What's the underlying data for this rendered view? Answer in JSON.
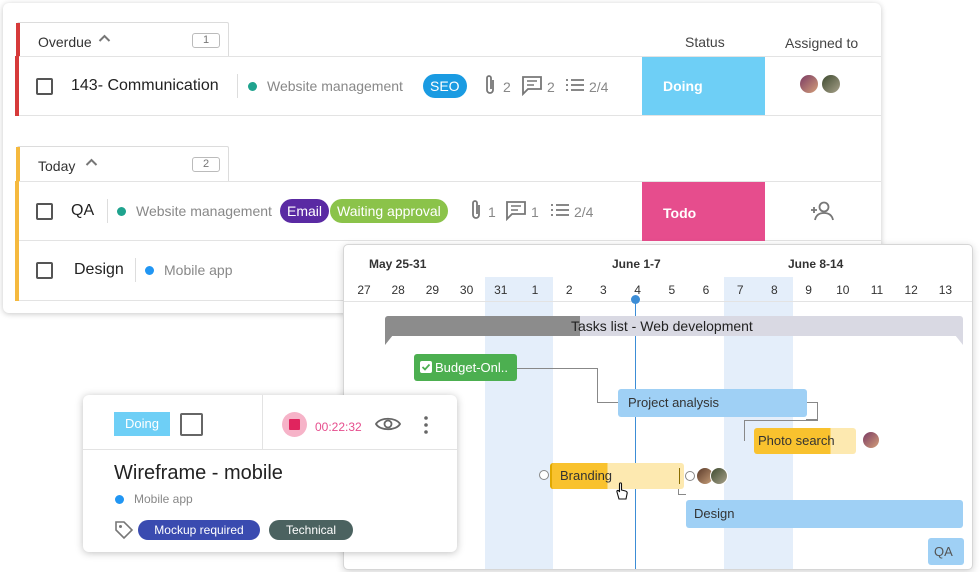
{
  "tasklist": {
    "columns": {
      "status": "Status",
      "assigned": "Assigned to"
    },
    "groups": [
      {
        "title": "Overdue",
        "count": "1",
        "color": "#d63a3a"
      },
      {
        "title": "Today",
        "count": "2",
        "color": "#f5b93e"
      }
    ],
    "rows": [
      {
        "name": "143- Communication",
        "project": "Website management",
        "project_color": "#1fa38e",
        "tags": [
          {
            "label": "SEO",
            "color": "#1a9be2"
          }
        ],
        "attachments": "2",
        "comments": "2",
        "checklist": "2/4",
        "status": "Doing",
        "status_color": "#6ecff6"
      },
      {
        "name": "QA",
        "project": "Website management",
        "project_color": "#1fa38e",
        "tags": [
          {
            "label": "Email",
            "color": "#5a2aa3"
          },
          {
            "label": "Waiting approval",
            "color": "#8bc34a"
          }
        ],
        "attachments": "1",
        "comments": "1",
        "checklist": "2/4",
        "status": "Todo",
        "status_color": "#e64d8d"
      },
      {
        "name": "Design",
        "project": "Mobile app",
        "project_color": "#2196f3"
      }
    ]
  },
  "gantt": {
    "weeks": [
      "May 25-31",
      "June 1-7",
      "June 8-14"
    ],
    "days": [
      "27",
      "28",
      "29",
      "30",
      "31",
      "1",
      "2",
      "3",
      "4",
      "5",
      "6",
      "7",
      "8",
      "9",
      "10",
      "11",
      "12",
      "13"
    ],
    "summary": "Tasks list - Web development",
    "tasks": {
      "budget": "Budget-Onl..",
      "project_analysis": "Project analysis",
      "photo_search": "Photo search",
      "branding": "Branding",
      "design": "Design",
      "qa": "QA"
    }
  },
  "card": {
    "status": "Doing",
    "timer": "00:22:32",
    "title": "Wireframe - mobile",
    "project": "Mobile app",
    "tags": [
      {
        "label": "Mockup required",
        "color": "#3a4bb0"
      },
      {
        "label": "Technical",
        "color": "#4b6260"
      }
    ]
  }
}
